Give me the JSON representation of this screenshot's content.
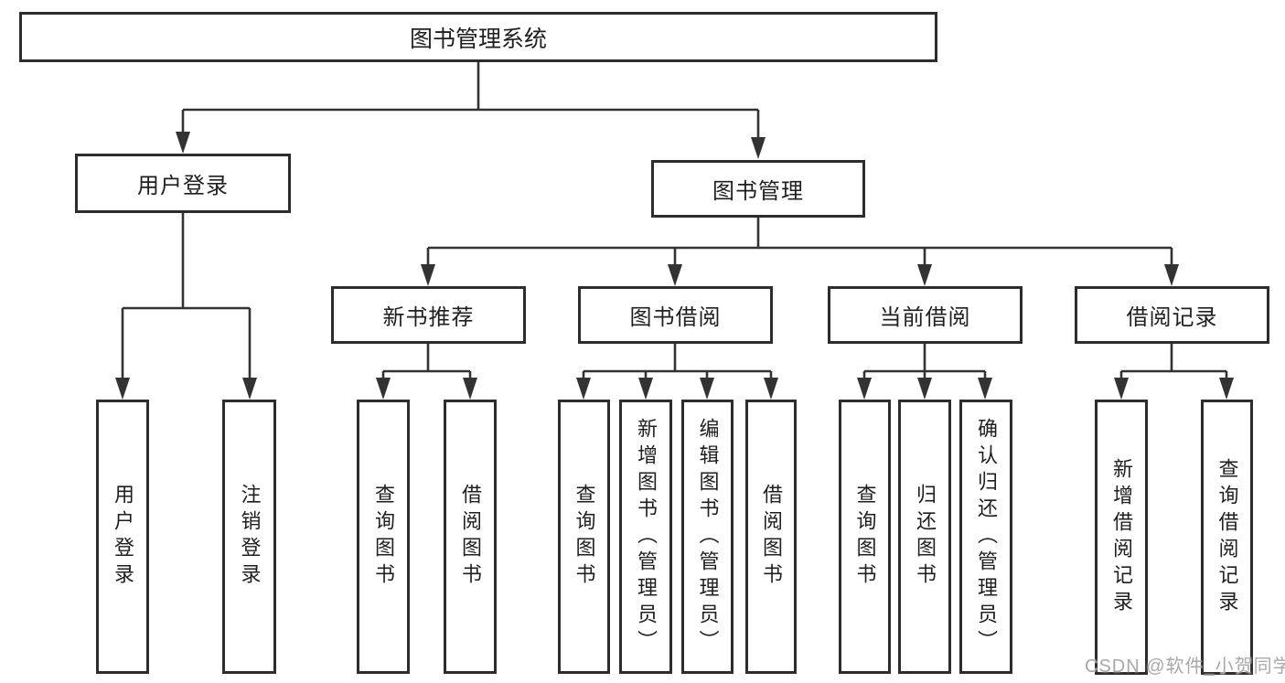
{
  "colors": {
    "line": "#333333",
    "border": "#2d2d2d",
    "text": "#1f1f1f",
    "watermark": "#a8a8a8",
    "background": "#ffffff"
  },
  "watermark": {
    "text": "CSDN @软件_小贺同学"
  },
  "tree": {
    "root": {
      "label": "图书管理系统"
    },
    "branches": [
      {
        "label": "用户登录",
        "children": [
          {
            "label": "用户登录"
          },
          {
            "label": "注销登录"
          }
        ]
      },
      {
        "label": "图书管理",
        "children": [
          {
            "label": "新书推荐",
            "children": [
              {
                "label": "查询图书"
              },
              {
                "label": "借阅图书"
              }
            ]
          },
          {
            "label": "图书借阅",
            "children": [
              {
                "label": "查询图书"
              },
              {
                "label": "新增图书（管理员）"
              },
              {
                "label": "编辑图书（管理员）"
              },
              {
                "label": "借阅图书"
              }
            ]
          },
          {
            "label": "当前借阅",
            "children": [
              {
                "label": "查询图书"
              },
              {
                "label": "归还图书"
              },
              {
                "label": "确认归还（管理员）"
              }
            ]
          },
          {
            "label": "借阅记录",
            "children": [
              {
                "label": "新增借阅记录"
              },
              {
                "label": "查询借阅记录"
              }
            ]
          }
        ]
      }
    ]
  }
}
